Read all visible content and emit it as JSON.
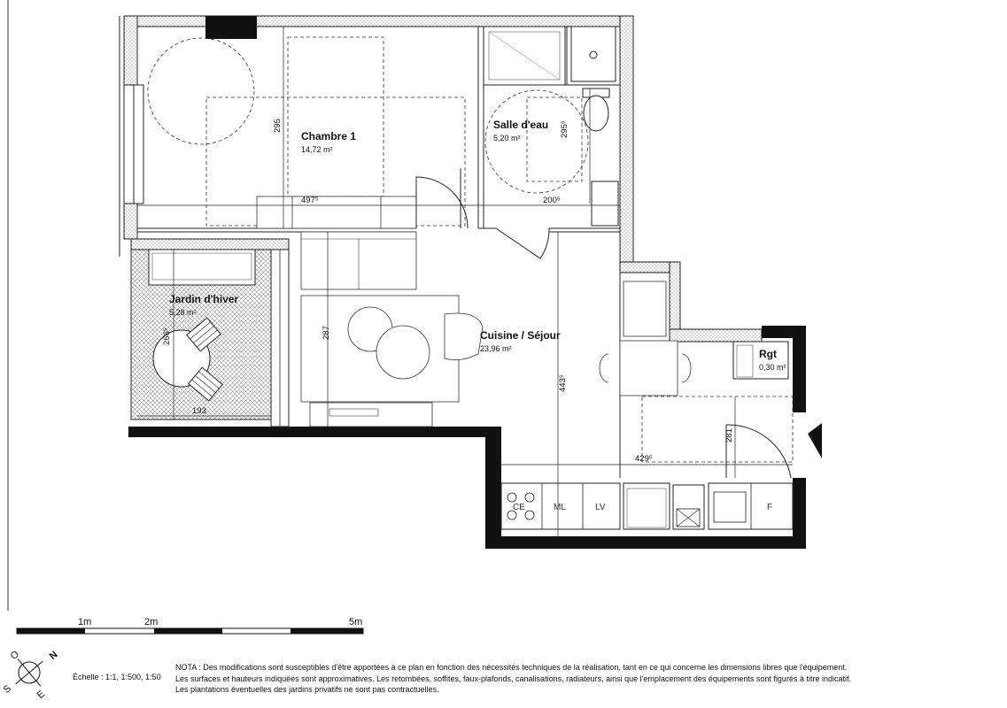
{
  "rooms": {
    "chambre": {
      "name": "Chambre 1",
      "area": "14,72 m²"
    },
    "salle_eau": {
      "name": "Salle d'eau",
      "area": "5,20 m²"
    },
    "jardin": {
      "name": "Jardin d'hiver",
      "area": "5,28 m²"
    },
    "cuisine": {
      "name": "Cuisine / Séjour",
      "area": "23,96 m²"
    },
    "rgt": {
      "name": "Rgt",
      "area": "0,30 m²"
    }
  },
  "dimensions": {
    "chambre_h": "295",
    "chambre_w": "497⁵",
    "sde_h": "295⁵",
    "sde_w": "200⁵",
    "jardin_h": "266⁵",
    "jardin_w": "193",
    "sejour_h1": "287",
    "sejour_h2": "443⁵",
    "sejour_w": "429⁵",
    "entree_h": "281"
  },
  "appliances": [
    "CE",
    "ML",
    "LV",
    "F"
  ],
  "scale_bar": {
    "labels": [
      "1m",
      "2m",
      "5m"
    ]
  },
  "compass": {
    "letters": [
      "N",
      "S",
      "O",
      "E"
    ]
  },
  "echelle": "Échelle : 1:1, 1:500, 1:50",
  "note": [
    "NOTA : Des modifications sont susceptibles d'être apportées à ce plan en fonction des nécessités techniques de la réalisation, tant en ce qui concerne les dimensions libres que l'équipement.",
    "Les surfaces et hauteurs indiquées sont approximatives. Les retombées, soffites, faux-plafonds, canalisations, radiateurs, ainsi que l'emplacement des équipements sont figurés à titre indicatif.",
    "Les plantations éventuelles des jardins privatifs ne sont pas contractuelles."
  ],
  "colors": {
    "wall": "#111111",
    "hatch": "#9a9a9a",
    "line": "#222222"
  }
}
